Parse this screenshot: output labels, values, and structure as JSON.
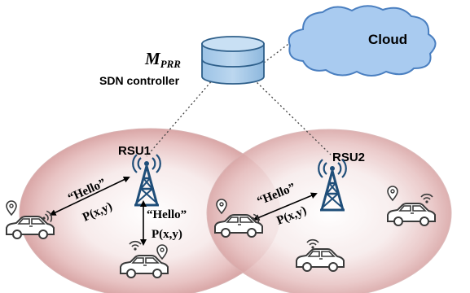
{
  "diagram": {
    "controller": {
      "symbol_main": "M",
      "symbol_sub": "PRR",
      "label": "SDN controller"
    },
    "cloud": {
      "label": "Cloud"
    },
    "rsu1": {
      "label": "RSU1"
    },
    "rsu2": {
      "label": "RSU2"
    },
    "messages": {
      "hello": "“Hello”",
      "position": "P(x,y)"
    },
    "icons": [
      "database-icon",
      "cloud-icon",
      "tower-icon",
      "car-icon",
      "location-pin-icon",
      "signal-icon"
    ]
  }
}
